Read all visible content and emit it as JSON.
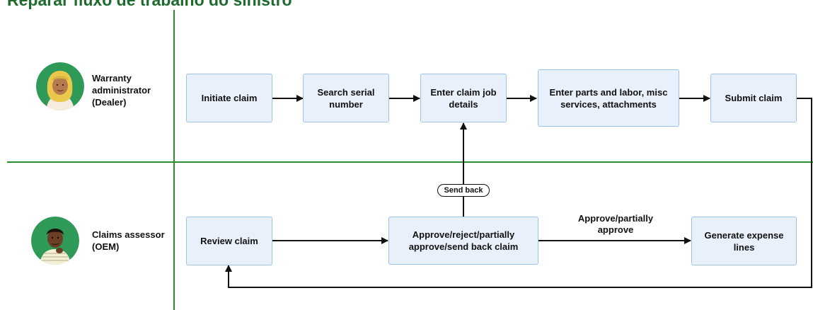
{
  "title": "Reparar fluxo de trabalho do sinistro",
  "colors": {
    "title": "#1e6b2f",
    "lane_divider": "#2e8b2e",
    "box_fill": "#e8f1fb",
    "box_border": "#9ec2e8",
    "arrow": "#111111"
  },
  "lanes": [
    {
      "role": "Warranty administrator (Dealer)",
      "avatar": "woman-headscarf-avatar"
    },
    {
      "role": "Claims assessor (OEM)",
      "avatar": "man-avatar"
    }
  ],
  "steps": {
    "initiate": "Initiate claim",
    "search": "Search serial number",
    "job_details": "Enter claim job details",
    "parts": "Enter parts and labor, misc services, attachments",
    "submit": "Submit claim",
    "review": "Review claim",
    "decide": "Approve/reject/partially approve/send back claim",
    "expense": "Generate expense lines"
  },
  "edge_labels": {
    "send_back": "Send back",
    "approve": "Approve/partially approve"
  }
}
